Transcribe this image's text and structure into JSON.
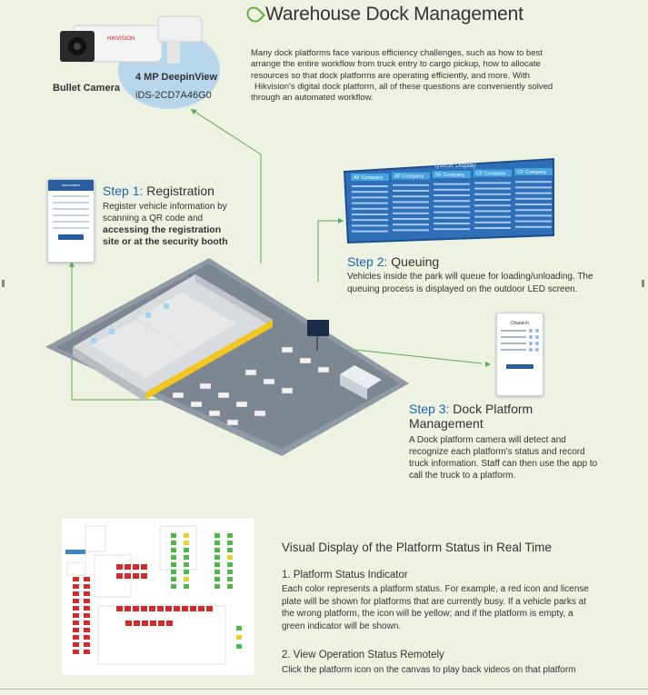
{
  "header": {
    "title": "Warehouse Dock Management"
  },
  "camera": {
    "label": "Bullet Camera",
    "brand": "HIKVISION",
    "resolution": "4 MP DeepinView",
    "model": "iDS-2CD7A46G0"
  },
  "intro": {
    "lines": [
      "Many dock platforms face various efficiency challenges, such as how to best",
      "arrange the entire workflow from truck entry to cargo pickup, how to allocate",
      "resources so that dock platforms are operating efficiently, and more. With",
      "Hikvision's digital dock platform, all of these questions are conveniently solved",
      "through an automated workflow."
    ]
  },
  "step1": {
    "num": "Step 1:",
    "name": "Registration",
    "body_plain": "Register vehicle information by scanning a QR code and",
    "body_bold": "accessing the registration site or at the security booth",
    "phone_header": "Information"
  },
  "step2": {
    "num": "Step 2:",
    "name": "Queuing",
    "body": "Vehicles inside the park will queue for loading/unloading. The queuing process is displayed on the outdoor LED screen.",
    "led_title": "Queue Display",
    "led_companies": [
      "AF Company",
      "AF Company",
      "SF Company",
      "CF Company",
      "CF Company"
    ]
  },
  "step3": {
    "num": "Step 3:",
    "name": "Dock Platform Management",
    "body": "A Dock platform camera will detect and recognize each platform's status and record truck information. Staff can then use the app to call the truck to a platform.",
    "phone_header": "Dispatch"
  },
  "visual": {
    "title": "Visual Display of the Platform Status in Real Time",
    "indicator_title": "1. Platform Status Indicator",
    "indicator_body": "Each color represents a platform status. For example, a red icon and license plate will be shown for platforms that are currently busy. If a vehicle parks at the wrong platform, the icon will be yellow; and if the platform is empty, a green indicator will be shown.",
    "remote_title": "2. View Operation Status Remotely",
    "remote_body": "Click the platform icon on the canvas to play back videos on that platform"
  },
  "colors": {
    "background": "#eef2e2",
    "accent_blue": "#1d64b0",
    "busy": "#d42a2a",
    "wrong": "#e8d22a",
    "empty": "#4cb848",
    "flow_line": "#5aaa5a"
  }
}
